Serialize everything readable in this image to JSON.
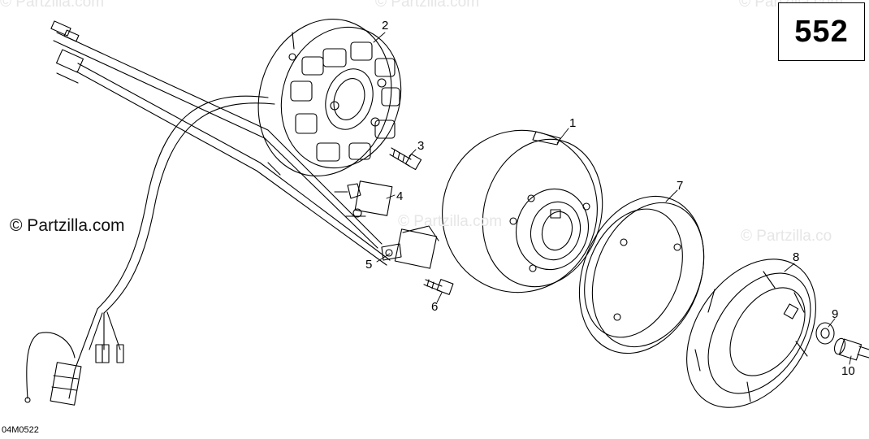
{
  "diagram_number": "552",
  "watermark": "© Partzilla.com",
  "faint_watermarks": [
    "© Partzilla.com",
    "© Partzilla.com",
    "© Partzilla.com",
    "© Partzilla.co",
    "© Partzilla.com"
  ],
  "figure_code": "04M0522",
  "callouts": [
    "1",
    "2",
    "3",
    "4",
    "5",
    "6",
    "7",
    "8",
    "9",
    "10"
  ]
}
